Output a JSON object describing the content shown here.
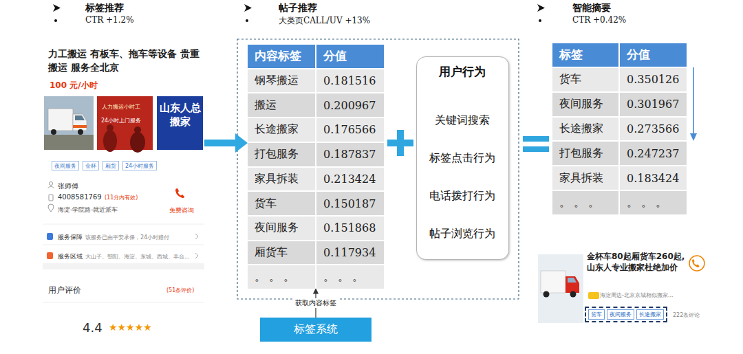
{
  "diagram": {
    "nodes": [
      {
        "text": [
          "力工搬运 有板车、拖车等设备 贵重搬运 服务全北京",
          "100 元/小时",
          "张师傅",
          "4008581769",
          "(11分内有效)",
          "海淀-学院路-就近派车",
          "免费咨询",
          "服务保障",
          "该服务已由平安承保，24小时赔付",
          "服务区域",
          "大山子、朝阳、海淀、东城、西城、丰台...",
          "用户评价",
          "(51条评价)",
          "4.4",
          "★★★★★"
        ]
      },
      {
        "text": [
          "夜间服务"
        ],
        "in": 0
      },
      {
        "text": [
          "金杯"
        ],
        "in": 0
      },
      {
        "text": [
          "厢货"
        ],
        "in": 0
      },
      {
        "text": [
          "24小时服务"
        ],
        "in": 0
      },
      {
        "text": [
          "内容标签",
          "分值",
          "钢琴搬运",
          "0.181516",
          "搬运",
          "0.200967",
          "长途搬家",
          "0.176566",
          "打包服务",
          "0.187837",
          "家具拆装",
          "0.213424",
          "货车",
          "0.150187",
          "夜间服务",
          "0.151868",
          "厢货车",
          "0.117934",
          "。 。 。",
          "。 。 。"
        ]
      },
      {
        "text": [
          "用户行为",
          "关键词搜索",
          "标签点击行为",
          "电话拨打行为",
          "帖子浏览行为"
        ]
      },
      {
        "text": [
          "标签系统"
        ]
      },
      {
        "text": [
          "标签",
          "分值",
          "货车",
          "0.350126",
          "夜间服务",
          "0.301967",
          "长途搬家",
          "0.273566",
          "打包服务",
          "0.247237",
          "家具拆装",
          "0.183424",
          "。 。 。",
          "。 。 。"
        ]
      },
      {
        "text": [
          "金杯车80起厢货车260起,山东人专业搬家杜绝加价",
          "海淀周边-北京京城相似搬家...",
          "222条评论"
        ]
      },
      {
        "text": [
          "货车",
          "夜间服务",
          "长途搬家"
        ],
        "in": 9
      }
    ],
    "edges": [
      {
        "from": 0,
        "to": 5,
        "arrow": "to"
      },
      {
        "from": 7,
        "to": 5,
        "label": "获取内容标签",
        "arrow": "to"
      }
    ],
    "labels": [
      "标签推荐",
      "CTR +1.2%",
      "帖子推荐",
      "大类页CALL/UV +13%",
      "智能摘要",
      "CTR +0.42%",
      "人力搬运小时工",
      "24小时上门服务",
      "山东人总 搬家"
    ]
  }
}
